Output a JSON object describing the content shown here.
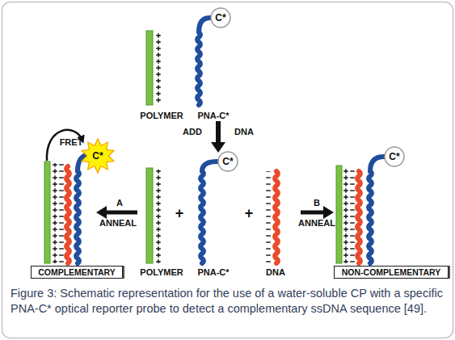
{
  "diagram": {
    "caption": "Figure 3: Schematic representation for the use of a water-soluble CP with a specific PNA-C* optical reporter probe to detect a complementary ssDNA sequence [49].",
    "nodes": [
      {
        "text": [
          "C*"
        ]
      },
      {
        "text": [
          "C*"
        ]
      },
      {
        "text": [
          "C*"
        ]
      },
      {
        "text": [
          "C*"
        ]
      },
      {
        "text": [
          "COMPLEMENTARY"
        ]
      },
      {
        "text": [
          "NON-COMPLEMENTARY"
        ]
      }
    ],
    "labels": [
      "POLYMER",
      "PNA-C*",
      "ADD",
      "DNA",
      "FRET",
      "A",
      "ANNEAL",
      "+",
      "+",
      "B",
      "ANNEAL",
      "POLYMER",
      "PNA-C*",
      "DNA"
    ]
  }
}
